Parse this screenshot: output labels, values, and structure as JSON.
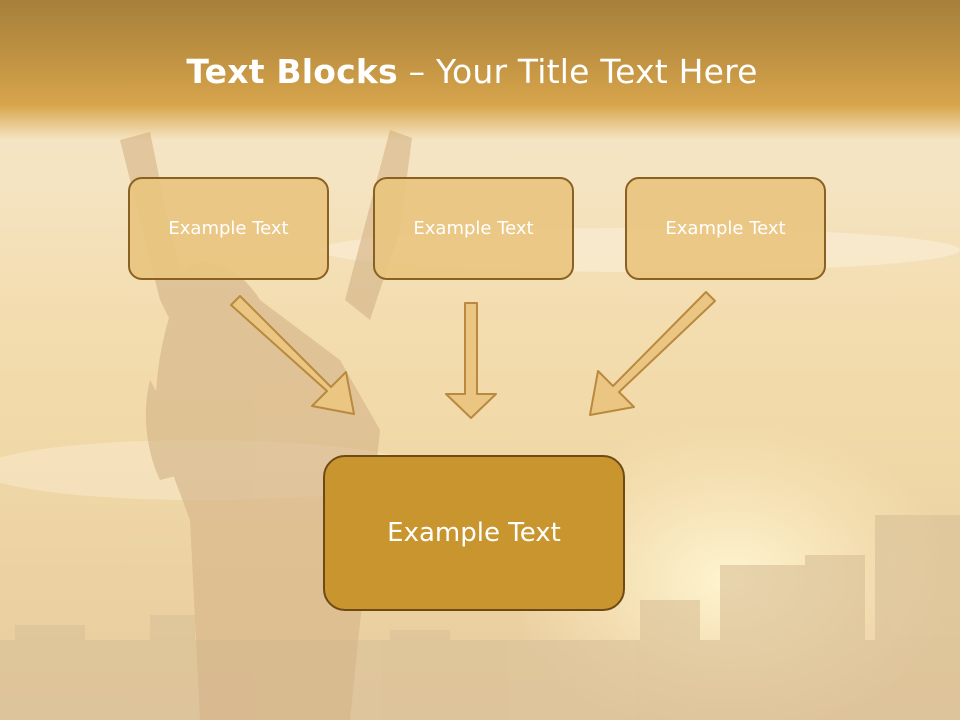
{
  "slide": {
    "title_bold": "Text Blocks",
    "title_dash": " – ",
    "title_rest": "Your Title Text Here"
  },
  "blocks": [
    {
      "label": "Example Text"
    },
    {
      "label": "Example Text"
    },
    {
      "label": "Example Text"
    }
  ],
  "main_block": {
    "label": "Example Text"
  },
  "colors": {
    "title_band": "#c29443",
    "box_fill": "#e9c480",
    "box_border": "#8a6122",
    "main_fill": "#c9952f",
    "arrow_fill": "#ebc682",
    "arrow_stroke": "#b8893f"
  },
  "icons": [
    "arrow-down-right-icon",
    "arrow-down-icon",
    "arrow-down-left-icon"
  ]
}
